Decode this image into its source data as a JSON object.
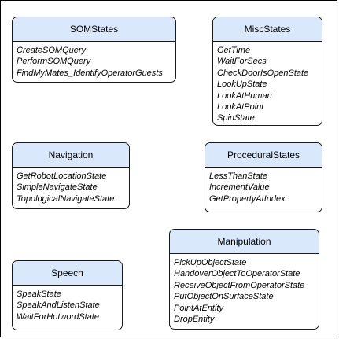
{
  "colors": {
    "header_fill": "#dae8fc",
    "border": "#1a1a1a",
    "body_fill": "#ffffff"
  },
  "boxes": [
    {
      "id": "somstates",
      "title": "SOMStates",
      "items": [
        "CreateSOMQuery",
        "PerformSOMQuery",
        "FindMyMates_IdentifyOperatorGuests"
      ]
    },
    {
      "id": "miscstates",
      "title": "MiscStates",
      "items": [
        "GetTime",
        "WaitForSecs",
        "CheckDoorIsOpenState",
        "LookUpState",
        "LookAtHuman",
        "LookAtPoint",
        "SpinState"
      ]
    },
    {
      "id": "navigation",
      "title": "Navigation",
      "items": [
        "GetRobotLocationState",
        "SimpleNavigateState",
        "TopologicalNavigateState"
      ]
    },
    {
      "id": "proceduralstates",
      "title": "ProceduralStates",
      "items": [
        "LessThanState",
        "IncrementValue",
        "GetPropertyAtIndex"
      ]
    },
    {
      "id": "manipulation",
      "title": "Manipulation",
      "items": [
        "PickUpObjectState",
        "HandoverObjectToOperatorState",
        "ReceiveObjectFromOperatorState",
        "PutObjectOnSurfaceState",
        "PointAtEntity",
        "DropEntity"
      ]
    },
    {
      "id": "speech",
      "title": "Speech",
      "items": [
        "SpeakState",
        "SpeakAndListenState",
        "WaitForHotwordState"
      ]
    }
  ]
}
